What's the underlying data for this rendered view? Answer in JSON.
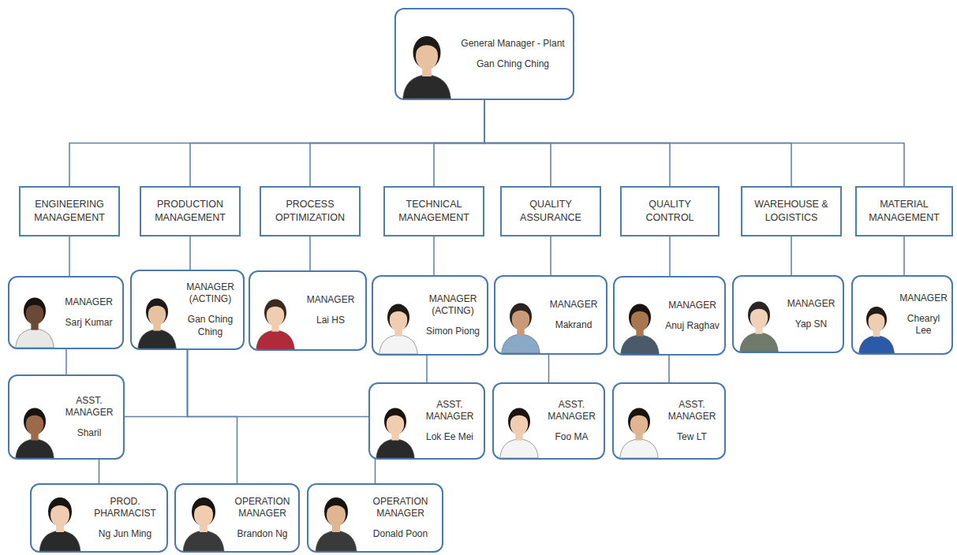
{
  "diagram": {
    "nodes": [
      {
        "text": [
          "General Manager - Plant",
          "Gan Ching Ching"
        ]
      },
      {
        "text": [
          "ENGINEERING MANAGEMENT"
        ]
      },
      {
        "text": [
          "PRODUCTION MANAGEMENT"
        ]
      },
      {
        "text": [
          "PROCESS OPTIMIZATION"
        ]
      },
      {
        "text": [
          "TECHNICAL MANAGEMENT"
        ]
      },
      {
        "text": [
          "QUALITY ASSURANCE"
        ]
      },
      {
        "text": [
          "QUALITY CONTROL"
        ]
      },
      {
        "text": [
          "WAREHOUSE & LOGISTICS"
        ]
      },
      {
        "text": [
          "MATERIAL MANAGEMENT"
        ]
      },
      {
        "text": [
          "MANAGER",
          "Sarj Kumar"
        ]
      },
      {
        "text": [
          "MANAGER (ACTING)",
          "Gan Ching Ching"
        ]
      },
      {
        "text": [
          "MANAGER",
          "Lai HS"
        ]
      },
      {
        "text": [
          "MANAGER (ACTING)",
          "Simon Piong"
        ]
      },
      {
        "text": [
          "MANAGER",
          "Makrand"
        ]
      },
      {
        "text": [
          "MANAGER",
          "Anuj Raghav"
        ]
      },
      {
        "text": [
          "MANAGER",
          "Yap SN"
        ]
      },
      {
        "text": [
          "MANAGER",
          "Chearyl Lee"
        ]
      },
      {
        "text": [
          "ASST. MANAGER",
          "Sharil"
        ]
      },
      {
        "text": [
          "ASST. MANAGER",
          "Lok Ee Mei"
        ]
      },
      {
        "text": [
          "ASST. MANAGER",
          "Foo MA"
        ]
      },
      {
        "text": [
          "ASST. MANAGER",
          "Tew LT"
        ]
      },
      {
        "text": [
          "PROD. PHARMACIST",
          "Ng Jun Ming"
        ]
      },
      {
        "text": [
          "OPERATION MANAGER",
          "Brandon Ng"
        ]
      },
      {
        "text": [
          "OPERATION MANAGER",
          "Donald Poon"
        ]
      }
    ],
    "edges": [
      {
        "from": 0,
        "to": 1,
        "arrow": "none"
      },
      {
        "from": 0,
        "to": 2,
        "arrow": "none"
      },
      {
        "from": 0,
        "to": 3,
        "arrow": "none"
      },
      {
        "from": 0,
        "to": 4,
        "arrow": "none"
      },
      {
        "from": 0,
        "to": 5,
        "arrow": "none"
      },
      {
        "from": 0,
        "to": 6,
        "arrow": "none"
      },
      {
        "from": 0,
        "to": 7,
        "arrow": "none"
      },
      {
        "from": 0,
        "to": 8,
        "arrow": "none"
      },
      {
        "from": 1,
        "to": 9,
        "arrow": "none"
      },
      {
        "from": 2,
        "to": 10,
        "arrow": "none"
      },
      {
        "from": 3,
        "to": 11,
        "arrow": "none"
      },
      {
        "from": 4,
        "to": 12,
        "arrow": "none"
      },
      {
        "from": 5,
        "to": 13,
        "arrow": "none"
      },
      {
        "from": 6,
        "to": 14,
        "arrow": "none"
      },
      {
        "from": 7,
        "to": 15,
        "arrow": "none"
      },
      {
        "from": 8,
        "to": 16,
        "arrow": "none"
      },
      {
        "from": 9,
        "to": 17,
        "arrow": "none"
      },
      {
        "from": 12,
        "to": 18,
        "arrow": "none"
      },
      {
        "from": 13,
        "to": 19,
        "arrow": "none"
      },
      {
        "from": 14,
        "to": 20,
        "arrow": "none"
      },
      {
        "from": 10,
        "to": 21,
        "arrow": "none"
      },
      {
        "from": 10,
        "to": 22,
        "arrow": "none"
      },
      {
        "from": 10,
        "to": 23,
        "arrow": "none"
      }
    ]
  }
}
